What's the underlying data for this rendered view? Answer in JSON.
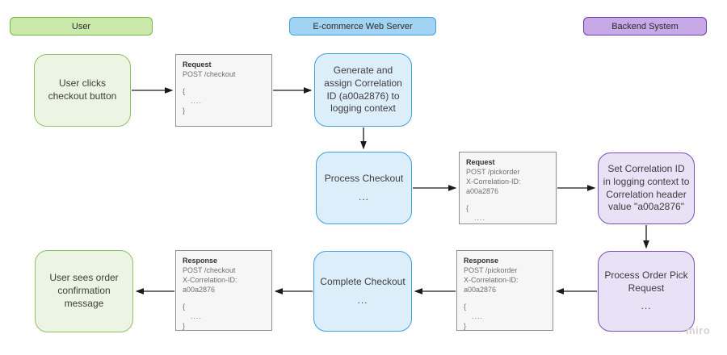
{
  "lanes": {
    "user": "User",
    "web_server": "E-commerce Web Server",
    "backend": "Backend System"
  },
  "nodes": {
    "user_clicks": {
      "label": "User clicks checkout button"
    },
    "generate_id": {
      "label": "Generate and assign Correlation ID (a00a2876) to logging context"
    },
    "process_checkout": {
      "label": "Process Checkout",
      "dots": "..."
    },
    "set_correlation_id": {
      "label": "Set Correlation ID in logging context to Correlation header value \"a00a2876\""
    },
    "process_order_pick": {
      "label": "Process Order Pick Request",
      "dots": "..."
    },
    "complete_checkout": {
      "label": "Complete Checkout",
      "dots": "..."
    },
    "user_sees_confirmation": {
      "label": "User sees order confirmation message"
    }
  },
  "messages": {
    "request_checkout": {
      "title": "Request",
      "line1": "POST /checkout",
      "line2": "",
      "brace_open": "{",
      "dots": "....",
      "brace_close": "}"
    },
    "request_pickorder": {
      "title": "Request",
      "line1": "POST /pickorder",
      "line2": "X-Correlation-ID: a00a2876",
      "brace_open": "{",
      "dots": "....",
      "brace_close": "}"
    },
    "response_pickorder": {
      "title": "Response",
      "line1": "POST /pickorder",
      "line2": "X-Correlation-ID: a00a2876",
      "brace_open": "{",
      "dots": "....",
      "brace_close": "}"
    },
    "response_checkout": {
      "title": "Response",
      "line1": "POST /checkout",
      "line2": "X-Correlation-ID: a00a2876",
      "brace_open": "{",
      "dots": "....",
      "brace_close": "}"
    }
  },
  "colors": {
    "green_fill": "#ecf5e3",
    "green_border": "#8fbf63",
    "green_header_fill": "#c9e8a9",
    "green_header_border": "#74b843",
    "blue_fill": "#ddeefb",
    "blue_border": "#3f9fe0",
    "blue_header_fill": "#a3d3f2",
    "blue_header_border": "#3f9fe0",
    "purple_fill": "#e9e1f5",
    "purple_border": "#7a4fb6",
    "purple_header_fill": "#c7a9e8",
    "purple_header_border": "#6b3fa0",
    "message_fill": "#f6f6f6",
    "message_border": "#8f8f8f",
    "arrow": "#1a1a1a"
  },
  "watermark": "miro"
}
